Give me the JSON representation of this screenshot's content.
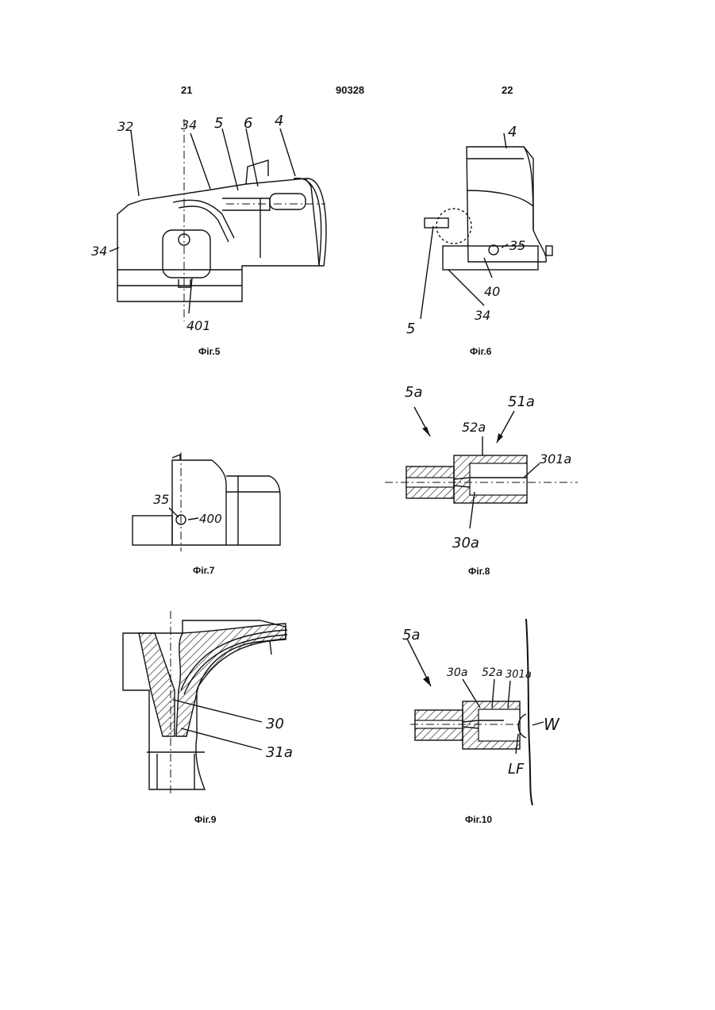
{
  "header": {
    "left_page": "21",
    "doc_number": "90328",
    "right_page": "22"
  },
  "figures": {
    "fig5": {
      "caption": "Фіг.5",
      "labels": [
        "32",
        "34",
        "5",
        "6",
        "4",
        "34",
        "401"
      ]
    },
    "fig6": {
      "caption": "Фіг.6",
      "labels": [
        "4",
        "35",
        "40",
        "5",
        "34"
      ]
    },
    "fig7": {
      "caption": "Фіг.7",
      "labels": [
        "35",
        "400"
      ]
    },
    "fig8": {
      "caption": "Фіг.8",
      "labels": [
        "5a",
        "51a",
        "52a",
        "301a",
        "30a"
      ]
    },
    "fig9": {
      "caption": "Фіг.9",
      "labels": [
        "30",
        "31a"
      ]
    },
    "fig10": {
      "caption": "Фіг.10",
      "labels": [
        "5a",
        "30a",
        "52a",
        "301a",
        "W",
        "LF"
      ]
    }
  }
}
